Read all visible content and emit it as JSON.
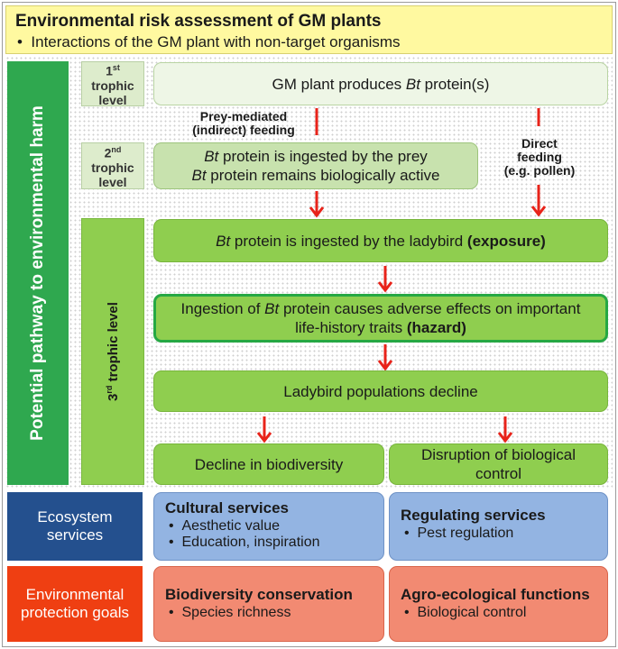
{
  "header": {
    "title": "Environmental risk assessment of GM plants",
    "bullet": "Interactions of the GM plant with non-target organisms"
  },
  "sidebar": {
    "pathway_label": "Potential pathway to environmental harm",
    "level1": {
      "num": "1",
      "sup": "st",
      "text": "trophic level"
    },
    "level2": {
      "num": "2",
      "sup": "nd",
      "text": "trophic level"
    },
    "level3": {
      "num": "3",
      "sup": "rd",
      "text": "trophic level"
    }
  },
  "boxes": {
    "gm_plant": {
      "pre": "GM plant produces ",
      "em": "Bt",
      "post": " protein(s)"
    },
    "prey_line1": {
      "em": "Bt",
      "post": " protein is ingested by the prey"
    },
    "prey_line2": {
      "em": "Bt",
      "post": " protein remains biologically active"
    },
    "ladybird_ingest": {
      "em": "Bt",
      "post": " protein is ingested by the ladybird ",
      "bold": "(exposure)"
    },
    "adverse": {
      "pre": "Ingestion of ",
      "em": "Bt",
      "post": " protein causes adverse effects on important life-history traits ",
      "bold": "(hazard)"
    },
    "decline_pop": "Ladybird populations decline",
    "decline_bio": "Decline in biodiversity",
    "disruption": "Disruption of biological control"
  },
  "arrow_labels": {
    "prey_mediated": "Prey-mediated (indirect) feeding",
    "direct_line1": "Direct",
    "direct_line2": "feeding",
    "direct_line3": "(e.g. pollen)"
  },
  "ecosystem": {
    "label": "Ecosystem services",
    "cultural": {
      "title": "Cultural services",
      "items": [
        "Aesthetic value",
        "Education, inspiration"
      ]
    },
    "regulating": {
      "title": "Regulating services",
      "items": [
        "Pest regulation"
      ]
    }
  },
  "protection": {
    "label": "Environmental protection goals",
    "biodiversity": {
      "title": "Biodiversity conservation",
      "items": [
        "Species richness"
      ]
    },
    "agro": {
      "title": "Agro-ecological functions",
      "items": [
        "Biological control"
      ]
    }
  },
  "colors": {
    "arrow": "#e8231a",
    "header_bg": "#fff9a0",
    "pathway_green": "#2fa84f",
    "ecosystem_blue": "#24508e",
    "goals_red": "#ef3f12"
  },
  "bullet_char": "•"
}
